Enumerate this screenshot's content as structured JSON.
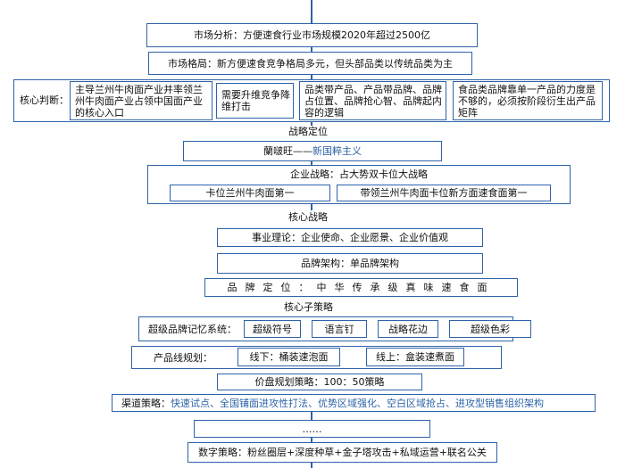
{
  "market_analysis": "市场分析：方便速食行业市场规模2020年超过2500亿",
  "market_pattern": "市场格局：新方便速食竞争格局多元，但头部品类以传统品类为主",
  "core_judgement": {
    "label": "核心判断：",
    "items": [
      "主导兰州牛肉面产业并率领兰州牛肉面产业占领中国面产业的核心入口",
      "需要升维竞争降维打击",
      "品类带产品、产品带品牌、品牌占位置、品牌抢心智、品牌起内容的逻辑",
      "食品类品牌靠单一产品的力度是不够的，必须按阶段衍生出产品矩阵"
    ]
  },
  "strategy_positioning": {
    "heading": "战略定位",
    "slogan_prefix": "蘭啵旺——",
    "slogan_highlight": "新国粹主义"
  },
  "enterprise_strategy": {
    "title": "企业战略：占大势双卡位大战略",
    "items": [
      "卡位兰州牛肉面第一",
      "带领兰州牛肉面卡位新方面速食面第一"
    ]
  },
  "core_strategy": {
    "heading": "核心战略",
    "items": [
      "事业理论：企业使命、企业愿景、企业价值观",
      "品牌架构：单品牌架构",
      "品牌定位：中华传承级真味速食面"
    ]
  },
  "core_sub_strategy": {
    "heading": "核心子策略",
    "brand_memory": {
      "label": "超级品牌记忆系统：",
      "items": [
        "超级符号",
        "语言钉",
        "战略花边",
        "超级色彩"
      ]
    },
    "product_line": {
      "label": "产品线规划：",
      "items": [
        "线下：桶装速泡面",
        "线上：盒装速煮面"
      ]
    },
    "price_strategy": "价盘规划策略：100：50策略",
    "channel": {
      "label": "渠道策略：",
      "text": "快速试点、全国铺面进攻性打法、优势区域强化、空白区域抢占、进攻型销售组织架构"
    },
    "ellipsis": "……",
    "digital": "数字策略：粉丝圈层+深度种草+金子塔攻击+私域运营+联名公关"
  }
}
